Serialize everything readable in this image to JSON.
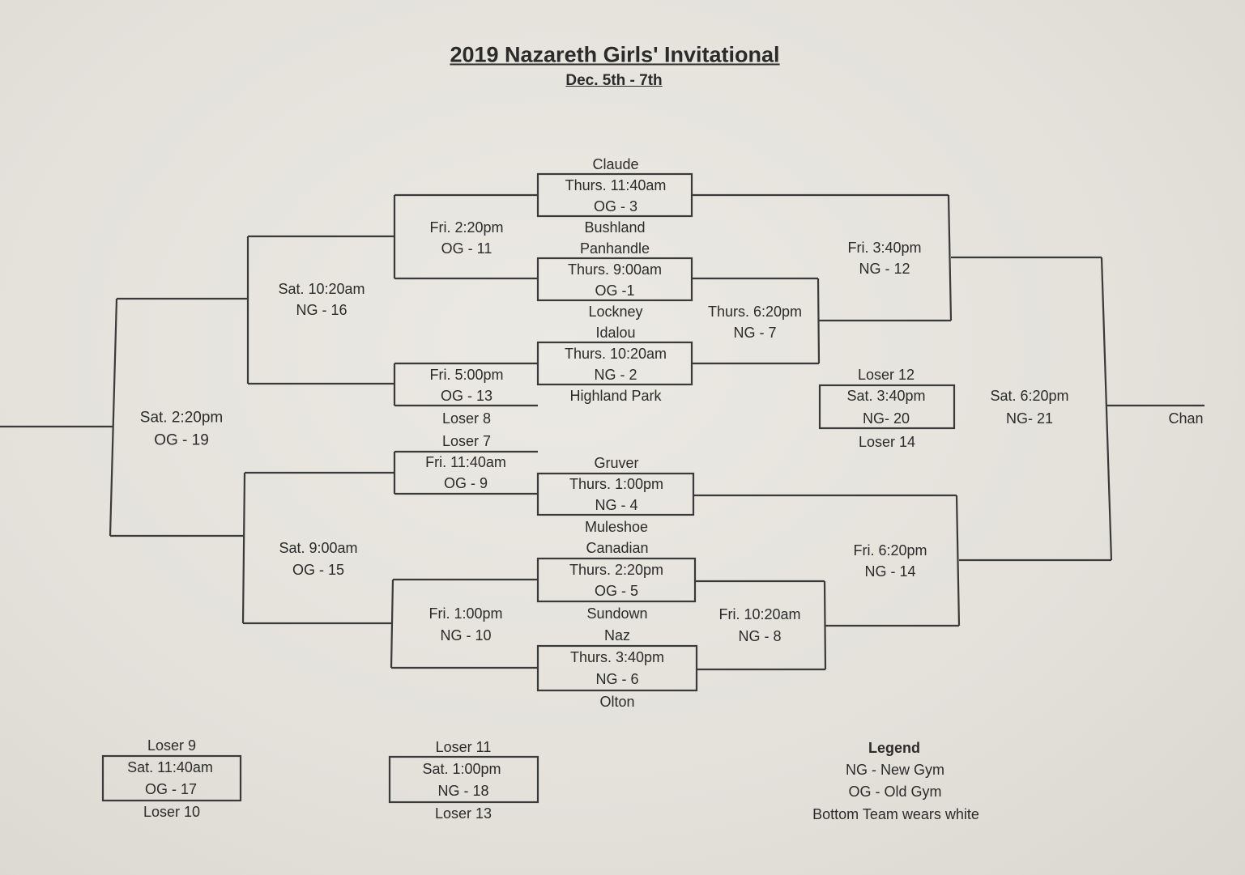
{
  "title": "2019 Nazareth Girls' Invitational",
  "dates": "Dec. 5th - 7th",
  "first_round": [
    {
      "top_team": "Claude",
      "time": "Thurs. 11:40am",
      "game": "OG - 3",
      "bottom_team": "Bushland"
    },
    {
      "top_team": "Panhandle",
      "time": "Thurs. 9:00am",
      "game": "OG -1",
      "bottom_team": "Lockney"
    },
    {
      "top_team": "Idalou",
      "time": "Thurs. 10:20am",
      "game": "NG - 2",
      "bottom_team": "Highland Park"
    },
    {
      "top_team": "Gruver",
      "time": "Thurs. 1:00pm",
      "game": "NG - 4",
      "bottom_team": "Muleshoe"
    },
    {
      "top_team": "Canadian",
      "time": "Thurs. 2:20pm",
      "game": "OG - 5",
      "bottom_team": "Sundown"
    },
    {
      "top_team": "Naz",
      "time": "Thurs. 3:40pm",
      "game": "NG - 6",
      "bottom_team": "Olton"
    }
  ],
  "consolation": {
    "g11": {
      "time": "Fri. 2:20pm",
      "game": "OG - 11"
    },
    "g13": {
      "time": "Fri. 5:00pm",
      "game": "OG - 13",
      "feed": "Loser 8"
    },
    "g9": {
      "time": "Fri. 11:40am",
      "game": "OG - 9",
      "feed": "Loser 7"
    },
    "g10": {
      "time": "Fri. 1:00pm",
      "game": "NG - 10"
    },
    "g16": {
      "time": "Sat. 10:20am",
      "game": "NG - 16"
    },
    "g15": {
      "time": "Sat. 9:00am",
      "game": "OG - 15"
    },
    "g19": {
      "time": "Sat. 2:20pm",
      "game": "OG - 19"
    }
  },
  "championship": {
    "g7": {
      "time": "Thurs. 6:20pm",
      "game": "NG - 7"
    },
    "g8": {
      "time": "Fri. 10:20am",
      "game": "NG - 8"
    },
    "g12": {
      "time": "Fri. 3:40pm",
      "game": "NG - 12"
    },
    "g14": {
      "time": "Fri. 6:20pm",
      "game": "NG - 14"
    },
    "g21": {
      "time": "Sat. 6:20pm",
      "game": "NG- 21"
    },
    "champion": "Chan"
  },
  "third_place": {
    "top": "Loser 12",
    "time": "Sat. 3:40pm",
    "game": "NG- 20",
    "bottom": "Loser 14"
  },
  "extra_games": [
    {
      "top": "Loser 9",
      "time": "Sat. 11:40am",
      "game": "OG - 17",
      "bottom": "Loser 10"
    },
    {
      "top": "Loser 11",
      "time": "Sat. 1:00pm",
      "game": "NG - 18",
      "bottom": "Loser 13"
    }
  ],
  "legend": {
    "heading": "Legend",
    "items": [
      "NG - New Gym",
      "OG - Old Gym",
      "Bottom Team wears white"
    ]
  }
}
